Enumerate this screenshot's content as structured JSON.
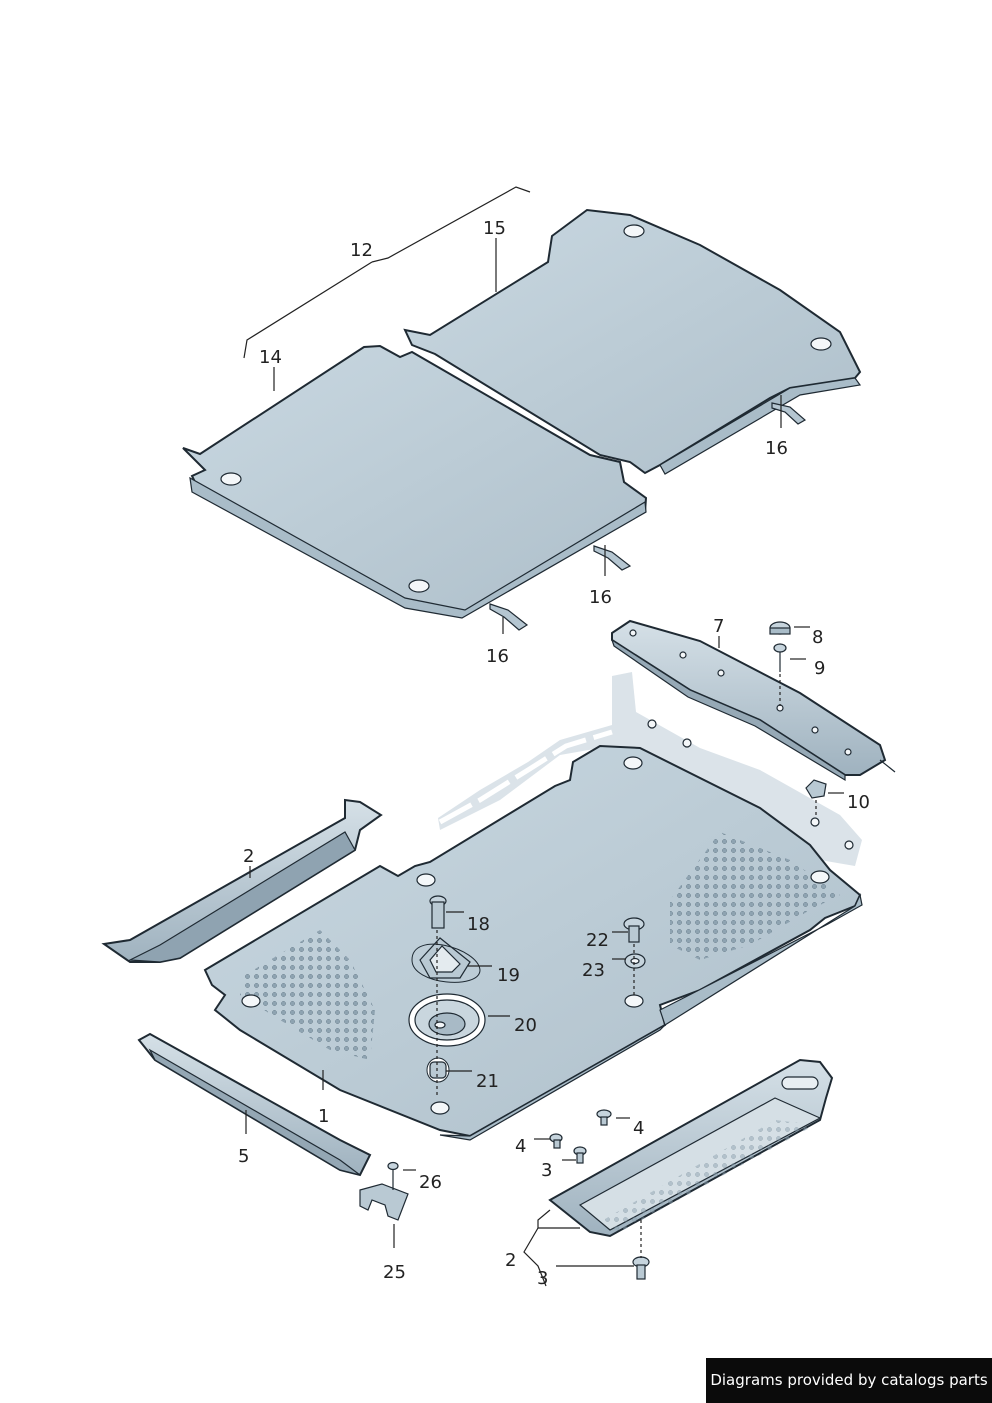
{
  "diagram": {
    "labels": {
      "n1": "1",
      "n2_left": "2",
      "n2_right": "2",
      "n3_a": "3",
      "n3_b": "3",
      "n4_a": "4",
      "n4_b": "4",
      "n5": "5",
      "n7": "7",
      "n8": "8",
      "n9": "9",
      "n10": "10",
      "n12": "12",
      "n14": "14",
      "n15": "15",
      "n16_a": "16",
      "n16_b": "16",
      "n16_c": "16",
      "n18": "18",
      "n19": "19",
      "n20": "20",
      "n21": "21",
      "n22": "22",
      "n23": "23",
      "n25": "25",
      "n26": "26"
    },
    "colors": {
      "panel_fill": "#c3d3dd",
      "panel_dark": "#a7bac6",
      "outline": "#1f2a33",
      "hole": "#f4f7f9",
      "ghost": "#d7e0e6"
    }
  },
  "footer": {
    "watermark": "Diagrams provided by catalogs parts"
  }
}
